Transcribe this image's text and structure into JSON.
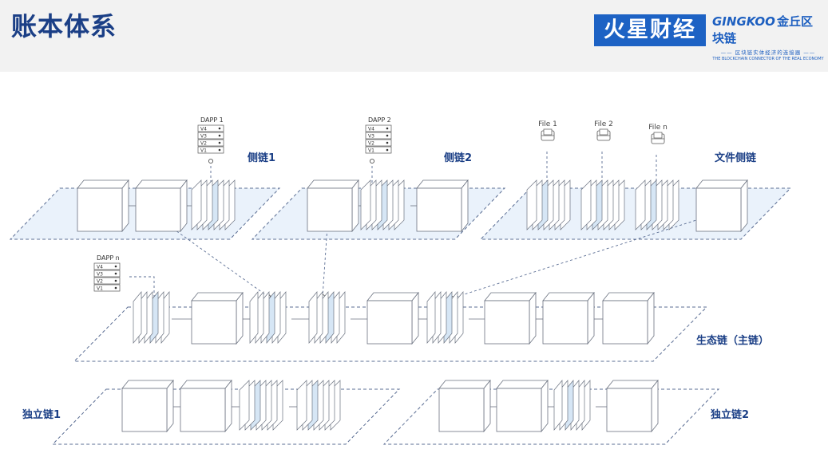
{
  "page": {
    "title": "账本体系"
  },
  "logos": {
    "huoxing": "火星财经",
    "gingkoo_brand": "GINGKOO",
    "gingkoo_cn": "金丘区块链",
    "gingkoo_slogan_cn": "—— 区块链实体经济的连接器 ——",
    "gingkoo_slogan_en": "THE BLOCKCHAIN CONNECTOR OF THE REAL ECONOMY"
  },
  "chains": {
    "side1": "侧链1",
    "side2": "侧链2",
    "file_side": "文件侧链",
    "eco": "生态链（主链）",
    "independent1": "独立链1",
    "independent2": "独立链2"
  },
  "dapps": [
    {
      "label": "DAPP 1",
      "versions": [
        "V4",
        "V3",
        "V2",
        "V1"
      ]
    },
    {
      "label": "DAPP 2",
      "versions": [
        "V4",
        "V3",
        "V2",
        "V1"
      ]
    },
    {
      "label": "DAPP n",
      "versions": [
        "V4",
        "V3",
        "V2",
        "V1"
      ]
    }
  ],
  "files": [
    "File 1",
    "File 2",
    "File n"
  ],
  "colors": {
    "accent": "#1b3f86",
    "line": "#5a6d93",
    "plane": "#eaf2fb",
    "highlight": "#d6e6f5"
  }
}
